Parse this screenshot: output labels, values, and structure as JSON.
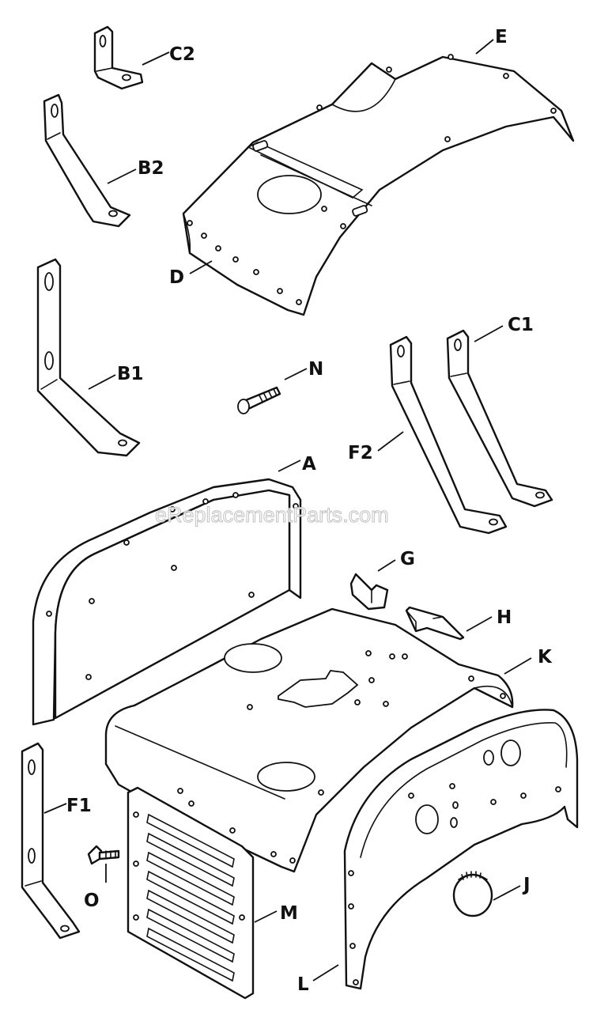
{
  "watermark": "eReplacementParts.com",
  "labels": {
    "A": "A",
    "B1": "B1",
    "B2": "B2",
    "C1": "C1",
    "C2": "C2",
    "D": "D",
    "E": "E",
    "F1": "F1",
    "F2": "F2",
    "G": "G",
    "H": "H",
    "J": "J",
    "K": "K",
    "L": "L",
    "M": "M",
    "N": "N",
    "O": "O"
  }
}
